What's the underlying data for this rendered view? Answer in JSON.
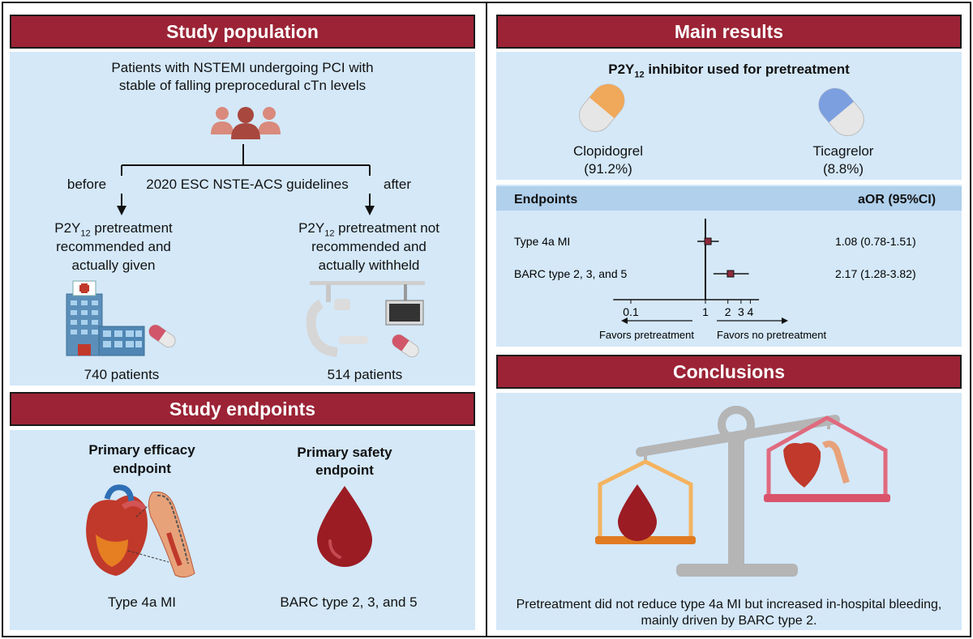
{
  "study_population": {
    "title": "Study population",
    "intro_line1": "Patients with NSTEMI undergoing PCI with",
    "intro_line2": "stable of falling preprocedural cTn levels",
    "before": "before",
    "guidelines": "2020 ESC NSTE-ACS  guidelines",
    "after": "after",
    "left_line1_a": "P2Y",
    "left_line1_sub": "12",
    "left_line1_b": " pretreatment",
    "left_line2": "recommended and",
    "left_line3": "actually given",
    "right_line1_a": "P2Y",
    "right_line1_sub": "12",
    "right_line1_b": " pretreatment not",
    "right_line2": "recommended and",
    "right_line3": "actually withheld",
    "left_count": "740 patients",
    "right_count": "514 patients"
  },
  "study_endpoints": {
    "title": "Study endpoints",
    "primary_efficacy_line1": "Primary efficacy",
    "primary_efficacy_line2": "endpoint",
    "primary_safety_line1": "Primary safety",
    "primary_safety_line2": "endpoint",
    "efficacy_label": "Type 4a MI",
    "safety_label": "BARC type 2, 3, and 5"
  },
  "main_results": {
    "title": "Main results",
    "subtitle_a": "P2Y",
    "subtitle_sub": "12",
    "subtitle_b": " inhibitor used for pretreatment",
    "drug1_name": "Clopidogrel",
    "drug1_pct": "(91.2%)",
    "drug2_name": "Ticagrelor",
    "drug2_pct": "(8.8%)",
    "header_endpoints": "Endpoints",
    "header_aor": "aOR (95%CI)",
    "favors_left": "Favors pretreatment",
    "favors_right": "Favors no pretreatment"
  },
  "chart_data": {
    "type": "forest",
    "scale": "log",
    "xlim": [
      0.05,
      4.5
    ],
    "null_value": 1,
    "ticks": [
      {
        "v": 0.1,
        "label": "0.1"
      },
      {
        "v": 1,
        "label": "1"
      },
      {
        "v": 2,
        "label": "2"
      },
      {
        "v": 3,
        "label": "3"
      },
      {
        "v": 4,
        "label": "4"
      }
    ],
    "rows": [
      {
        "label": "Type 4a MI",
        "or": 1.08,
        "lo": 0.78,
        "hi": 1.51,
        "text": "1.08 (0.78-1.51)"
      },
      {
        "label": "BARC type 2, 3, and 5",
        "or": 2.17,
        "lo": 1.28,
        "hi": 3.82,
        "text": "2.17 (1.28-3.82)"
      }
    ]
  },
  "conclusions": {
    "title": "Conclusions",
    "line1": "Pretreatment did not reduce type 4a MI but increased in-hospital bleeding,",
    "line2": "mainly driven by BARC type 2."
  },
  "colors": {
    "banner": "#9b2335",
    "panel": "#d4e8f8",
    "table_header": "#b0d0ec",
    "clopidogrel": "#f0a85a",
    "ticagrelor": "#7c9fe0",
    "blood": "#9b1c23",
    "scale_left": "#f4b35f",
    "scale_right": "#e06a7e"
  }
}
